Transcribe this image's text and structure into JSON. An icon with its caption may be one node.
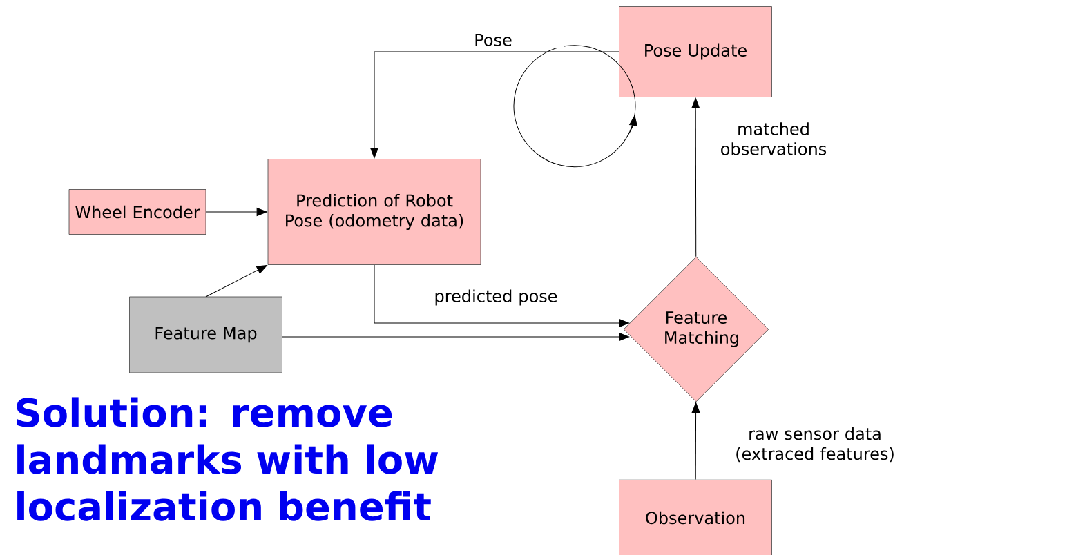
{
  "diagram": {
    "nodes": [
      {
        "text": [
          "Pose Update"
        ]
      },
      {
        "text": [
          "Wheel Encoder"
        ]
      },
      {
        "text": [
          "Prediction of Robot Pose (odometry data)"
        ]
      },
      {
        "text": [
          "Feature Map"
        ]
      },
      {
        "text": [
          "Feature Matching"
        ]
      },
      {
        "text": [
          "Observation"
        ]
      }
    ],
    "edges": [
      {
        "from": 0,
        "to": 2,
        "arrow": "to",
        "label": "Pose"
      },
      {
        "from": 1,
        "to": 2,
        "arrow": "to"
      },
      {
        "from": 3,
        "to": 2,
        "arrow": "to"
      },
      {
        "from": 2,
        "to": 4,
        "arrow": "to",
        "label": "predicted pose"
      },
      {
        "from": 3,
        "to": 4,
        "arrow": "to"
      },
      {
        "from": 4,
        "to": 0,
        "arrow": "to",
        "label": "matched observations"
      },
      {
        "from": 5,
        "to": 4,
        "arrow": "to",
        "label": "raw sensor data (extraced features)"
      }
    ],
    "labels": [
      "Solution:  remove landmarks with low localization benefit"
    ]
  }
}
